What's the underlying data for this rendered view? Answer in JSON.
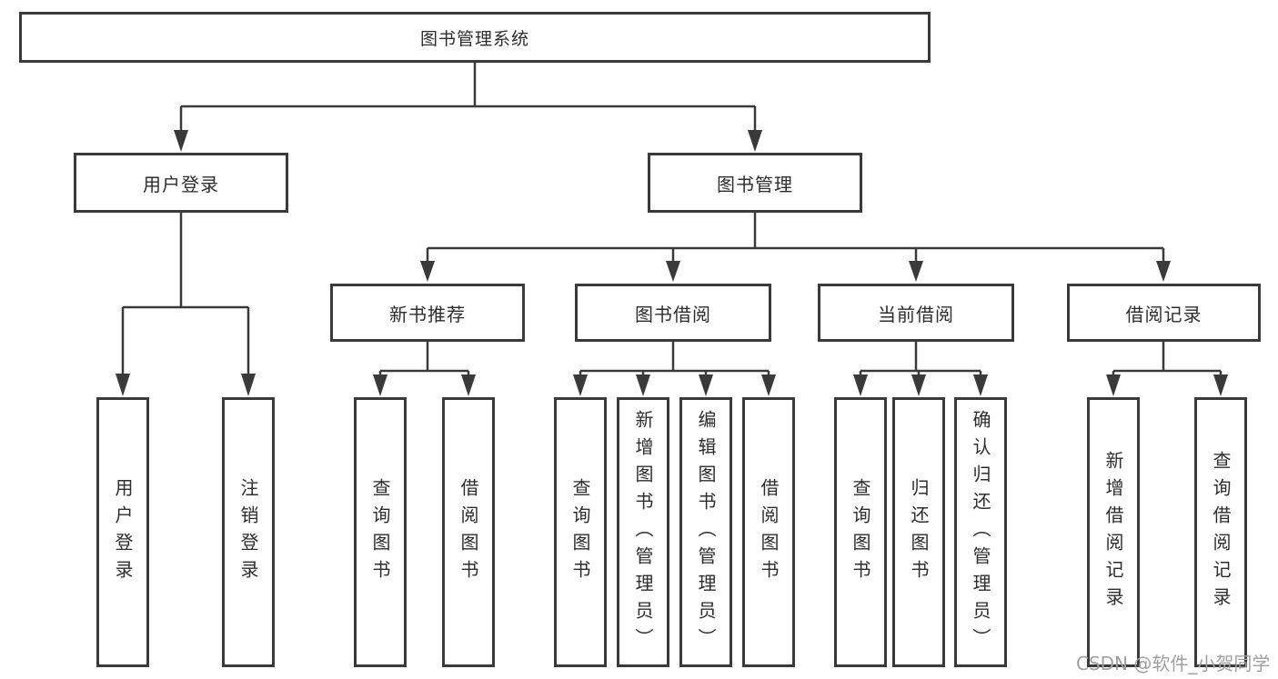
{
  "diagram": {
    "tree": {
      "root": {
        "label": "图书管理系统"
      },
      "children": [
        {
          "label": "用户登录",
          "children": [
            {
              "label": "用户登录"
            },
            {
              "label": "注销登录"
            }
          ]
        },
        {
          "label": "图书管理",
          "children": [
            {
              "label": "新书推荐",
              "children": [
                {
                  "label": "查询图书"
                },
                {
                  "label": "借阅图书"
                }
              ]
            },
            {
              "label": "图书借阅",
              "children": [
                {
                  "label": "查询图书"
                },
                {
                  "label": "新增图书（管理员）"
                },
                {
                  "label": "编辑图书（管理员）"
                },
                {
                  "label": "借阅图书"
                }
              ]
            },
            {
              "label": "当前借阅",
              "children": [
                {
                  "label": "查询图书"
                },
                {
                  "label": "归还图书"
                },
                {
                  "label": "确认归还（管理员）"
                }
              ]
            },
            {
              "label": "借阅记录",
              "children": [
                {
                  "label": "新增借阅记录"
                },
                {
                  "label": "查询借阅记录"
                }
              ]
            }
          ]
        }
      ]
    },
    "colors": {
      "line": "#3a3a3a",
      "box_border": "#3a3a3a",
      "text": "#2d2d2d",
      "watermark": "#a0a0a0",
      "background": "#ffffff"
    }
  },
  "watermark": {
    "text": "CSDN @软件_小贺同学"
  }
}
